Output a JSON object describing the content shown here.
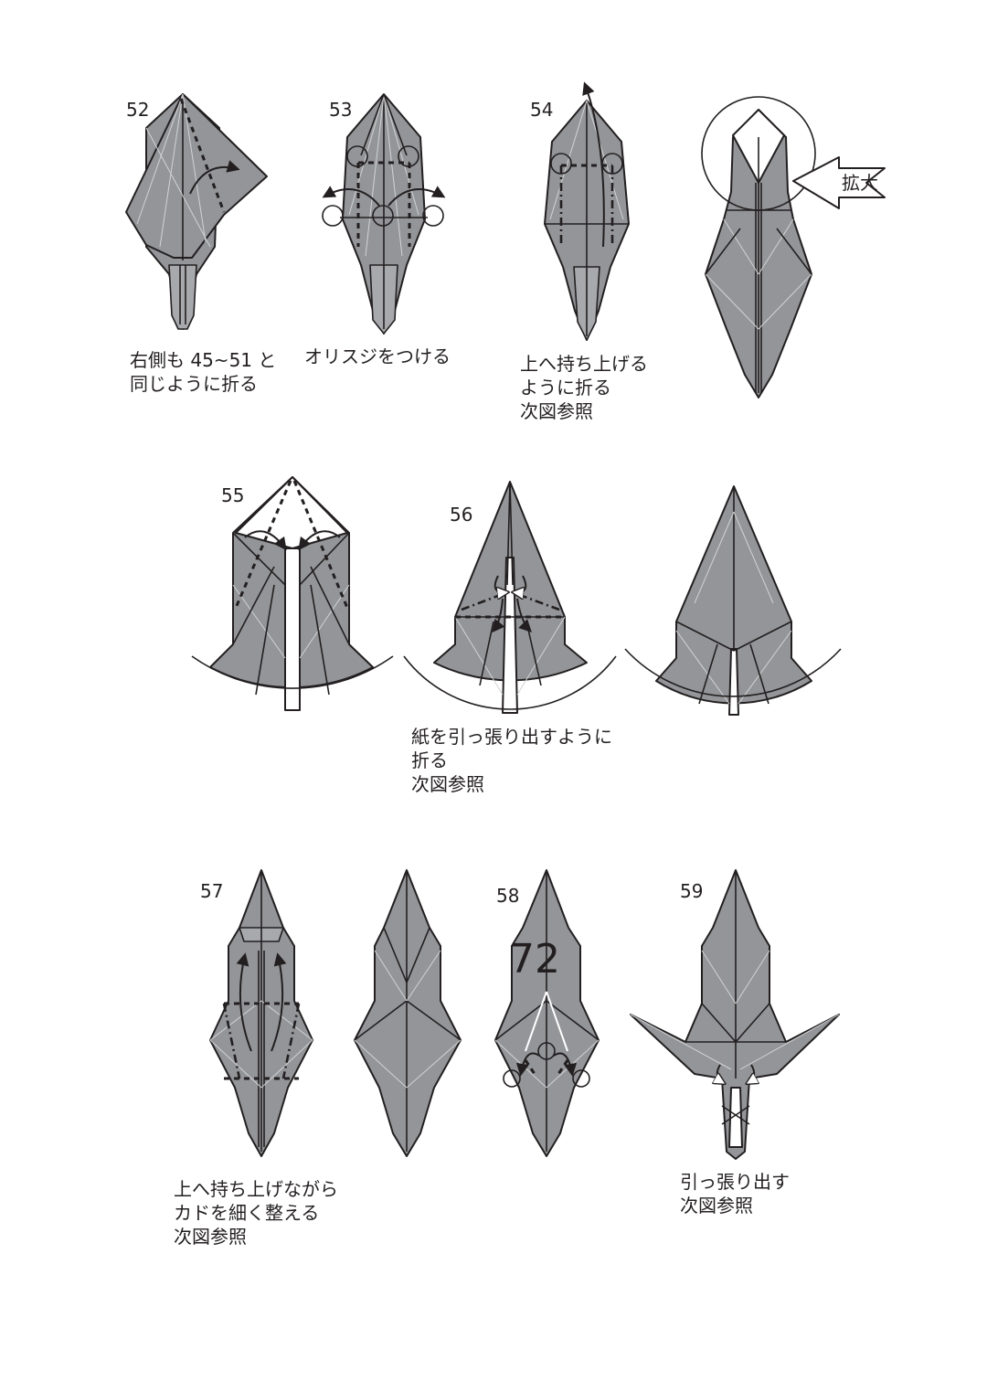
{
  "steps": {
    "s52": "52",
    "s53": "53",
    "s54": "54",
    "s55": "55",
    "s56": "56",
    "s57": "57",
    "s58": "58",
    "s59": "59"
  },
  "captions": {
    "c52": [
      "右側も 45~51 と",
      "同じように折る"
    ],
    "c53": [
      "オリスジをつける"
    ],
    "c54": [
      "上へ持ち上げる",
      "ように折る",
      "次図参照"
    ],
    "c56": [
      "紙を引っ張り出すように",
      "折る",
      "次図参照"
    ],
    "c57": [
      "上へ持ち上げながら",
      "カドを細く整える",
      "次図参照"
    ],
    "c59": [
      "引っ張り出す",
      "次図参照"
    ]
  },
  "zoom_label": "拡大",
  "page_number": "72",
  "colors": {
    "paper": "#939598",
    "ink": "#231f20"
  }
}
